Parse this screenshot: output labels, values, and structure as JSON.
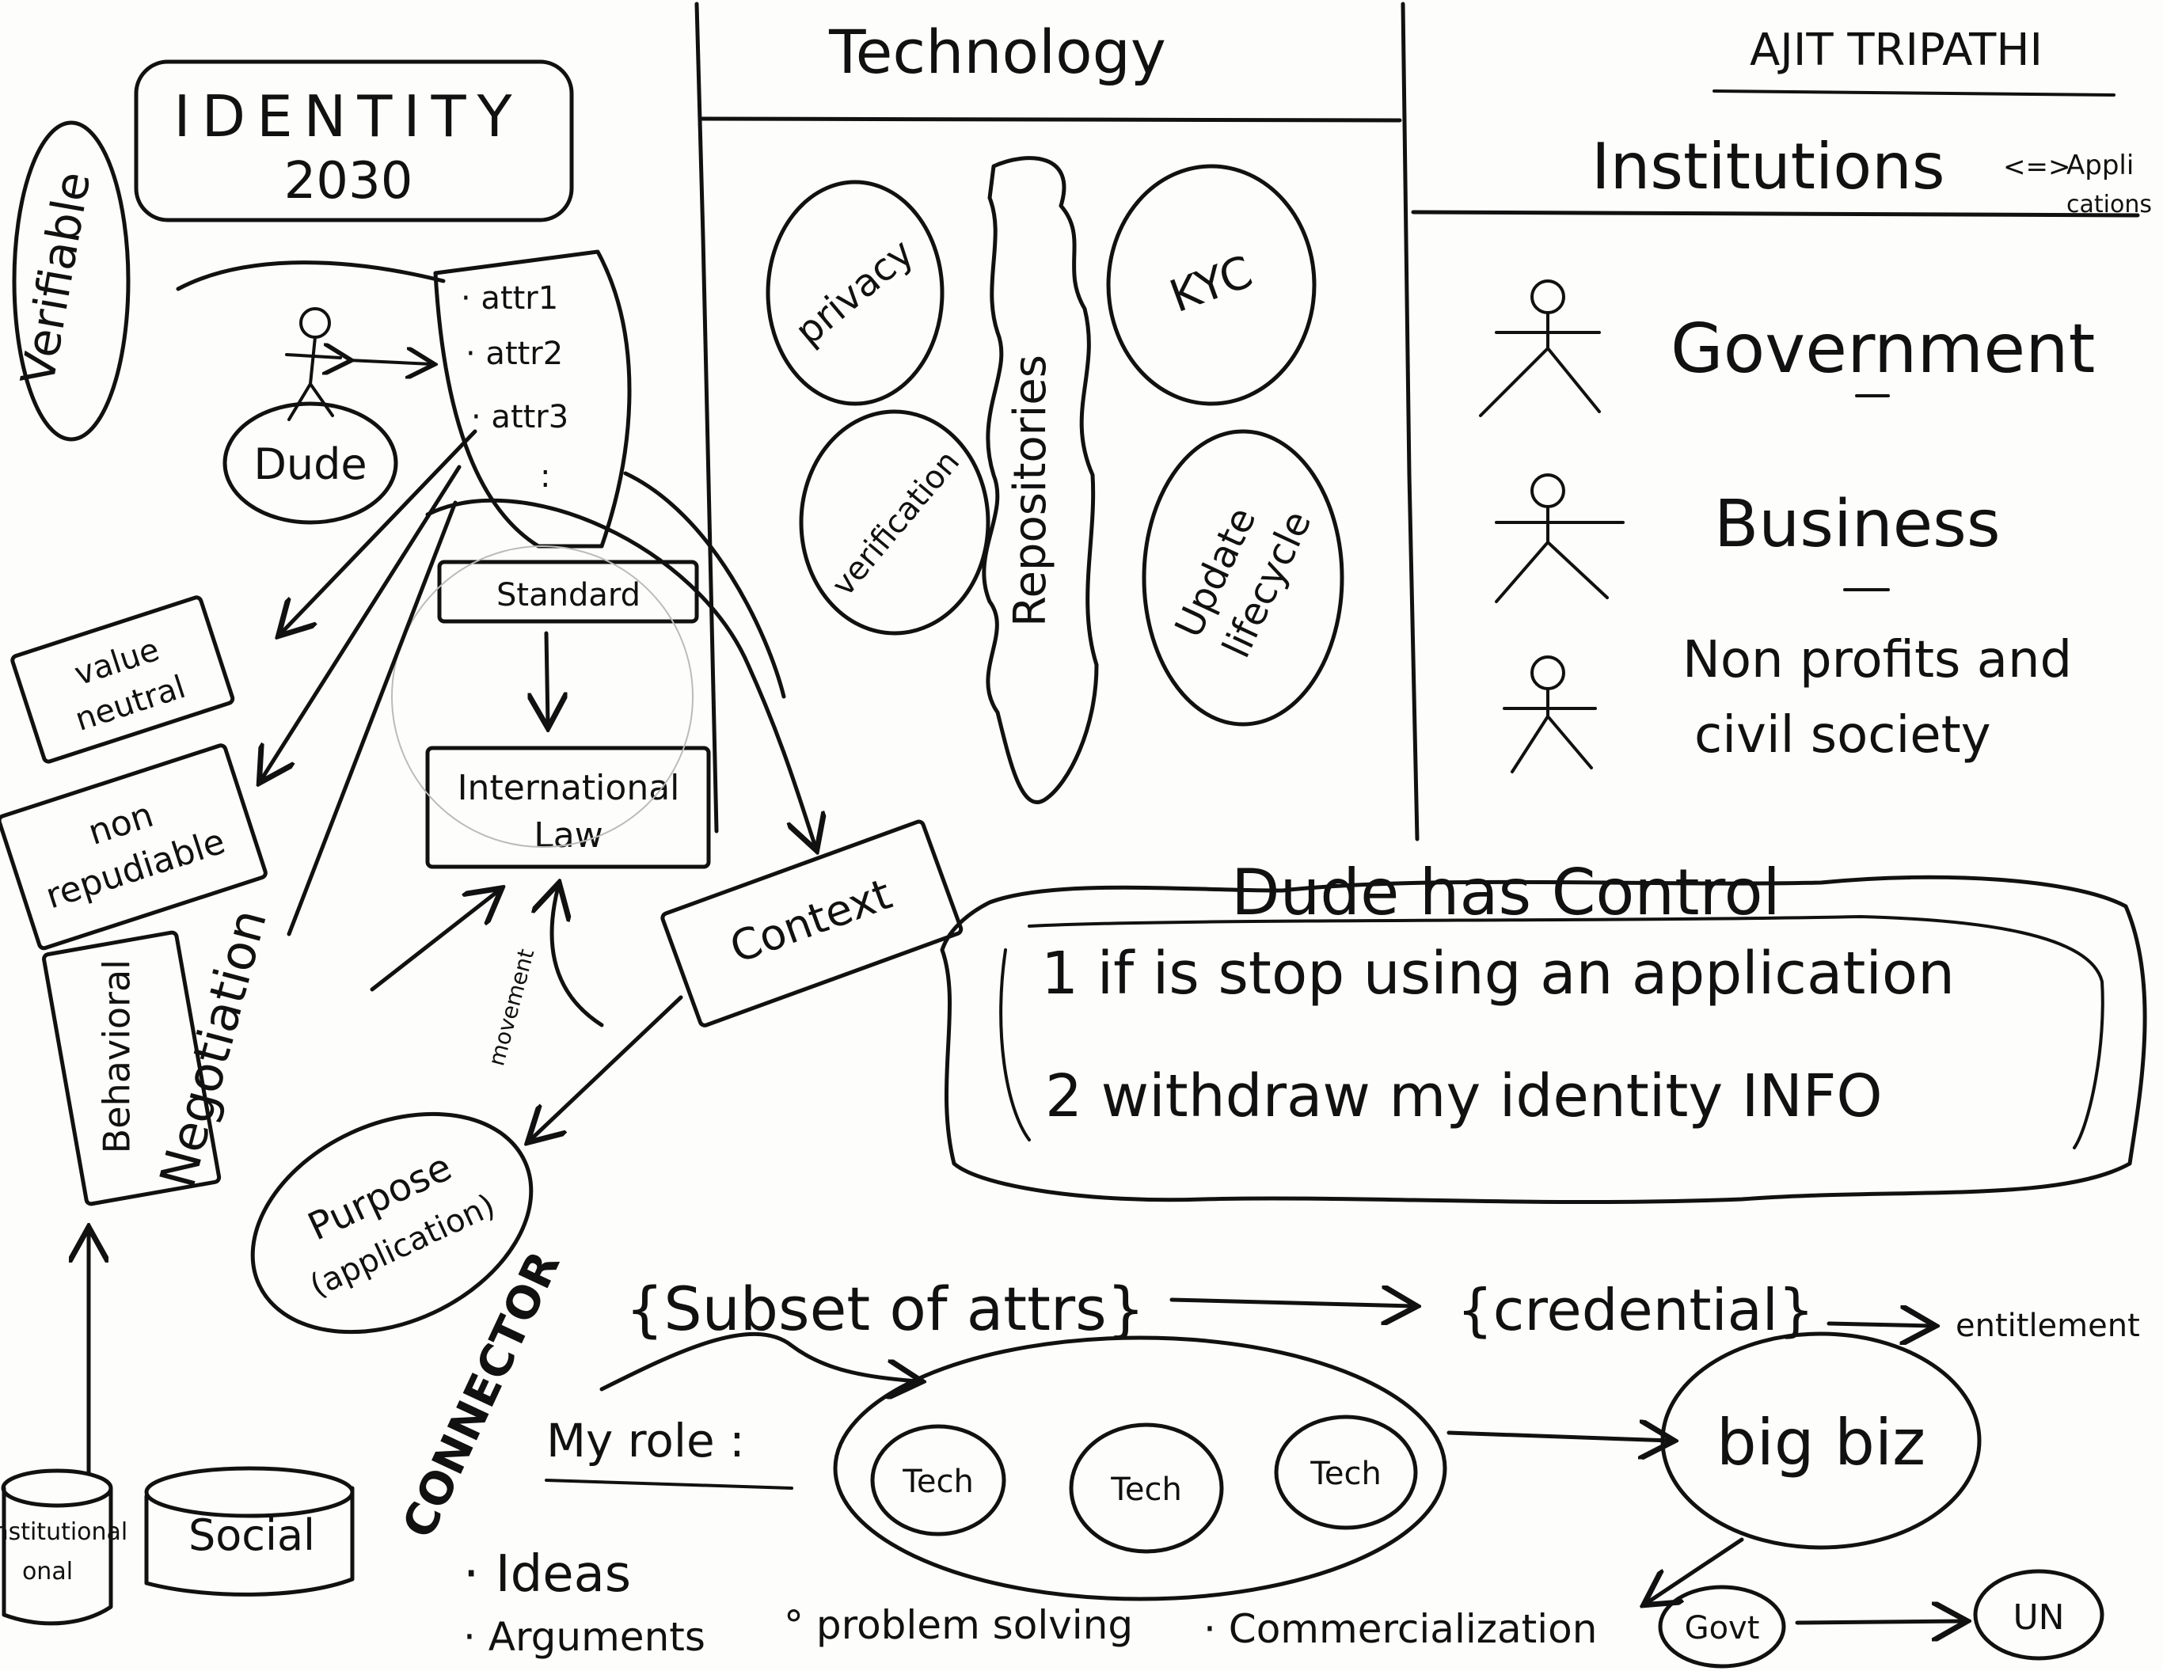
{
  "author": "AJIT TRIPATHI",
  "left": {
    "title_line1": "IDENTITY",
    "title_line2": "2030",
    "verifiable": "Verifiable",
    "dude": "Dude",
    "attrs": [
      "· attr1",
      "· attr2",
      "· attr3",
      ":"
    ],
    "standard": "Standard",
    "intl_law_line1": "International",
    "intl_law_line2": "Law",
    "value_neutral_line1": "value",
    "value_neutral_line2": "neutral",
    "non_repudiable_line1": "non",
    "non_repudiable_line2": "repudiable",
    "behavioral": "Behavioral",
    "negotiation": "Negotiation",
    "movement": "movement",
    "context": "Context",
    "purpose_line1": "Purpose",
    "purpose_line2": "(application)",
    "institutional_line1": "Institutional",
    "institutional_line2": "onal",
    "social": "Social"
  },
  "technology": {
    "heading": "Technology",
    "privacy": "privacy",
    "verification": "verification",
    "repositories": "Repositories",
    "kyc": "KYC",
    "update_line1": "Update",
    "update_line2": "lifecycle"
  },
  "institutions": {
    "heading": "Institutions",
    "arrow": "<=>",
    "applications_line1": "Appli",
    "applications_line2": "cations",
    "items": [
      "Government",
      "Business",
      "Non profits and",
      "civil society"
    ]
  },
  "control": {
    "heading": "Dude has Control",
    "line1": "1 if is stop using an application",
    "line2": "2 withdraw my identity INFO"
  },
  "connector": {
    "label": "CONNECTOR",
    "subset": "{Subset of attrs}",
    "credential": "{credential}",
    "entitlement": "entitlement",
    "my_role": "My role :",
    "techs": [
      "Tech",
      "Tech",
      "Tech"
    ],
    "big_biz": "big biz",
    "govt": "Govt",
    "un": "UN",
    "bullets": [
      "· Ideas",
      "· Arguments",
      "° problem solving",
      "· Commercialization"
    ]
  }
}
